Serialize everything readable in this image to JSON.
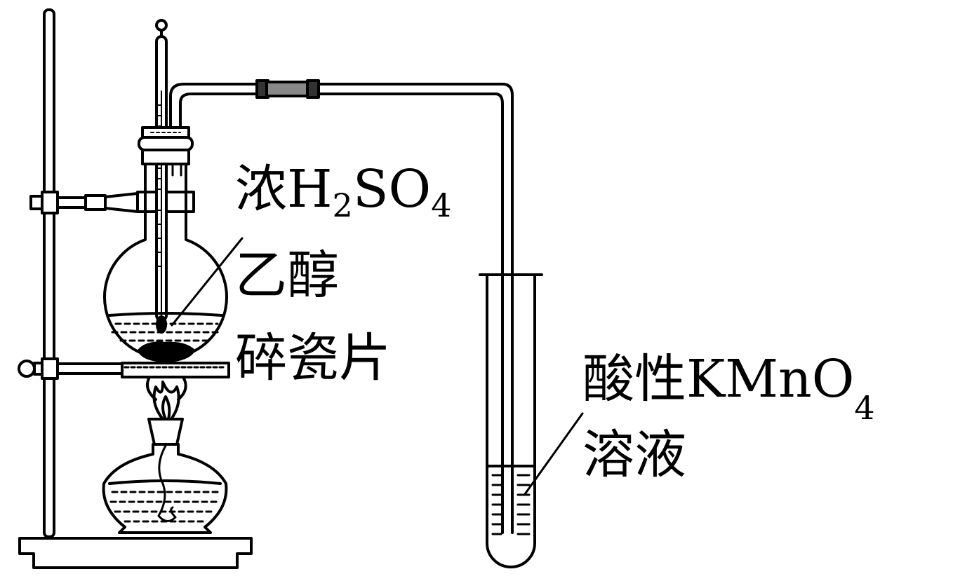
{
  "labels": {
    "conc_prefix": "浓",
    "h2so4_h": "H",
    "h2so4_2": "2",
    "h2so4_so": "SO",
    "h2so4_4": "4",
    "ethanol": "乙醇",
    "porcelain": "碎瓷片",
    "acidic_prefix": "酸性",
    "kmno4_main": "KMnO",
    "kmno4_sub": "4",
    "solution": "溶液"
  },
  "colors": {
    "ink": "#000000",
    "paper": "#ffffff",
    "connector": "#888888"
  }
}
